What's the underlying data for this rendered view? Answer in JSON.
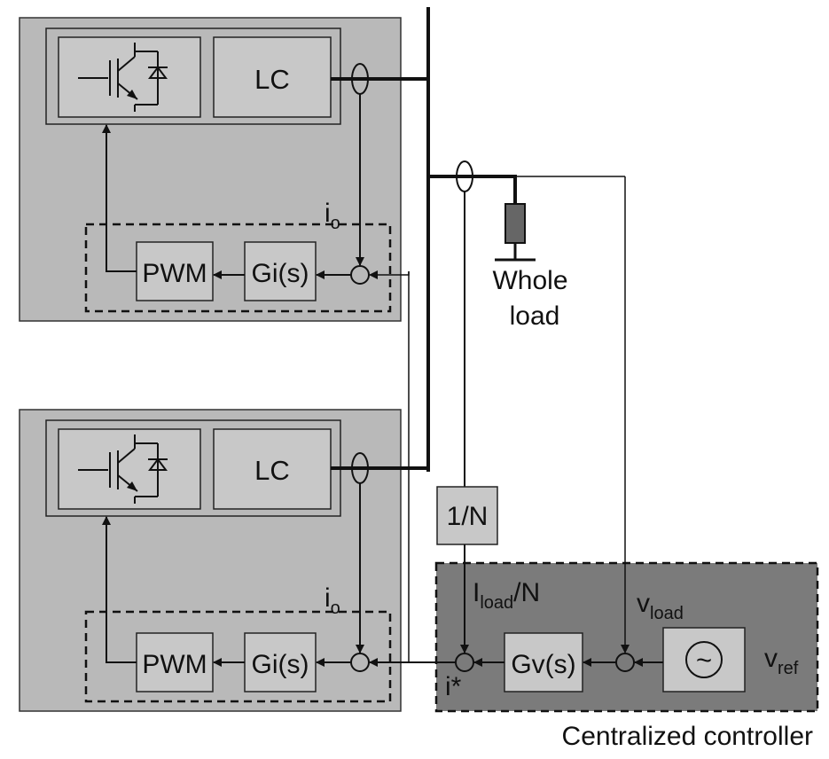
{
  "colors": {
    "module_bg": "#b9b9b9",
    "controller_bg": "#7b7b7b",
    "block_bg": "#c8c8c8",
    "resistor": "#666666",
    "stroke": "#111111"
  },
  "modules": [
    {
      "lc_label": "LC",
      "pwm_label": "PWM",
      "gi_label": "Gi(s)",
      "current_label": "i",
      "current_sub": "o"
    },
    {
      "lc_label": "LC",
      "pwm_label": "PWM",
      "gi_label": "Gi(s)",
      "current_label": "i",
      "current_sub": "o"
    }
  ],
  "load": {
    "line1": "Whole",
    "line2": "load"
  },
  "controller": {
    "title": "Centralized controller",
    "divider_label": "1/N",
    "iload_main": "I",
    "iload_sub": "load",
    "iload_suffix": "/N",
    "vload_main": "v",
    "vload_sub": "load",
    "gv_label": "Gv(s)",
    "istar_label": "i*",
    "vref_main": "v",
    "vref_sub": "ref",
    "source_symbol": "~"
  }
}
